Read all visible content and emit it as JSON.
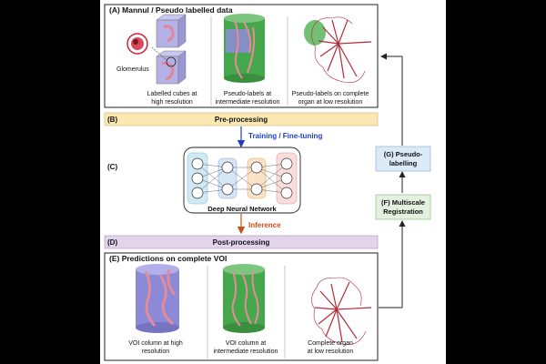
{
  "panels": {
    "a_title": "(A) Mannul / Pseudo labelled data",
    "a_glomerulus": "Glomerulus",
    "a_cap1": [
      "Labelled cubes at",
      "high resolution"
    ],
    "a_cap2": [
      "Pseudo-labels at",
      "intermediate resolution"
    ],
    "a_cap3": [
      "Pseudo-labels on complete",
      "organ at low resolution"
    ],
    "b_label": "(B)",
    "b_title": "Pre-processing",
    "c_label": "(C)",
    "training": "Training / Fine-tuning",
    "network_label": "Deep Neural Network",
    "inference": "Inference",
    "d_label": "(D)",
    "d_title": "Post-processing",
    "e_title": "(E) Predictions on complete VOI",
    "e_cap1": [
      "VOI column at high",
      "resolution"
    ],
    "e_cap2": [
      "VOI column at",
      "intermediate resolution"
    ],
    "e_cap3": [
      "Complete organ",
      "at low resolution"
    ],
    "g_box": [
      "(G) Pseudo-",
      "labelling"
    ],
    "f_box": [
      "(F) Multiscale",
      "Registration"
    ]
  },
  "colors": {
    "panel_bg": "#ffffff",
    "b_bar": "#fbe9b4",
    "d_bar": "#e3d4ec",
    "g_box": "#dce9f7",
    "f_box": "#e4f1e0",
    "training_text": "#1f3fbf",
    "inference_text": "#c8501e",
    "vessel_red": "#b52a3a",
    "cube_purple": "#a9a6dd",
    "cylinder_green": "#3fa145",
    "cylinder_purple": "#8c8ad6"
  }
}
